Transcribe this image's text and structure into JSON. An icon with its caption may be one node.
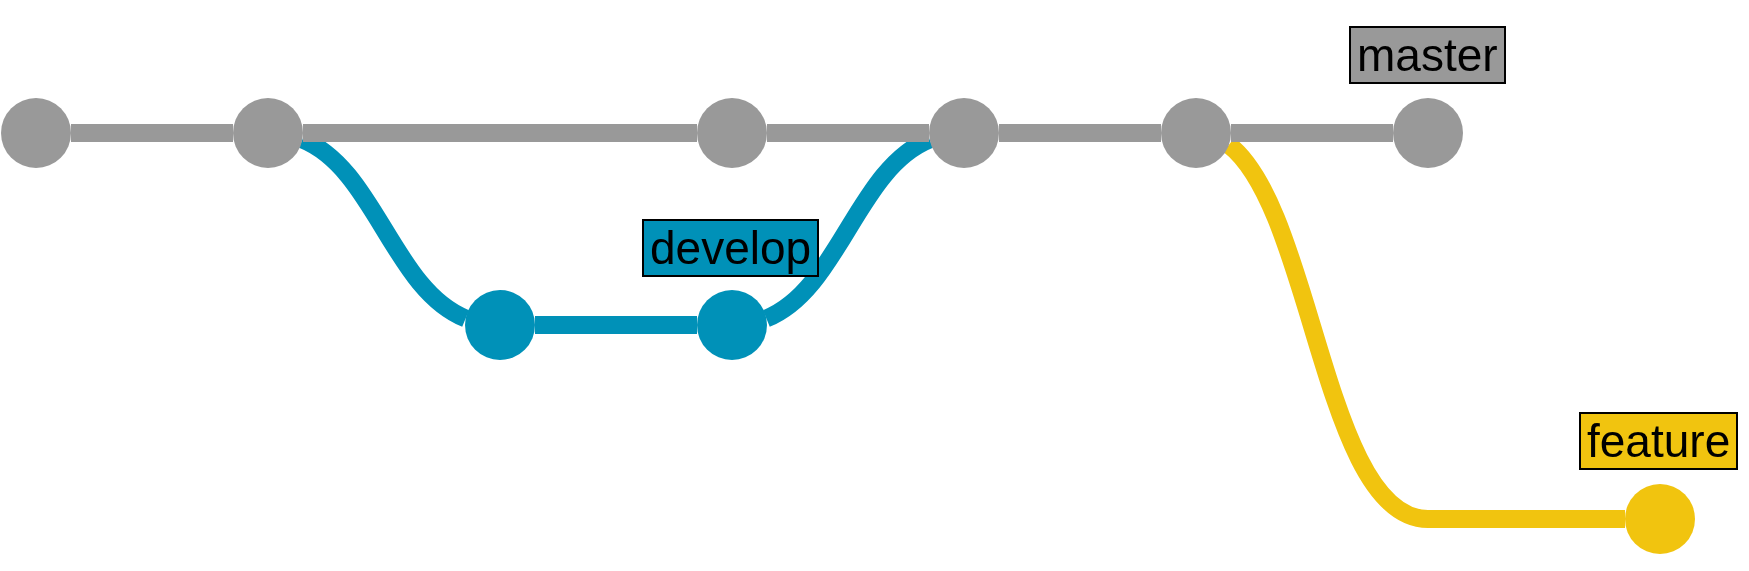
{
  "diagram": {
    "nodes": [
      {
        "text": [],
        "shape": "circle"
      },
      {
        "text": [],
        "shape": "circle"
      },
      {
        "text": [],
        "shape": "circle"
      },
      {
        "text": [],
        "shape": "circle"
      },
      {
        "text": [],
        "shape": "circle"
      },
      {
        "text": [],
        "shape": "circle"
      },
      {
        "text": [],
        "shape": "circle"
      },
      {
        "text": [],
        "shape": "circle"
      },
      {
        "text": [],
        "shape": "circle"
      },
      {
        "text": [
          "master"
        ]
      },
      {
        "text": [
          "develop"
        ]
      },
      {
        "text": [
          "feature"
        ]
      }
    ],
    "edges": [
      {
        "from": 0,
        "to": 1,
        "arrow": "none"
      },
      {
        "from": 1,
        "to": 3,
        "arrow": "none"
      },
      {
        "from": 3,
        "to": 5,
        "arrow": "none"
      },
      {
        "from": 5,
        "to": 6,
        "arrow": "none"
      },
      {
        "from": 6,
        "to": 7,
        "arrow": "none"
      },
      {
        "from": 1,
        "to": 2,
        "arrow": "none",
        "color": "#0091b8"
      },
      {
        "from": 2,
        "to": 4,
        "arrow": "none",
        "color": "#0091b8"
      },
      {
        "from": 4,
        "to": 5,
        "arrow": "none",
        "color": "#0091b8"
      },
      {
        "from": 6,
        "to": 8,
        "arrow": "none",
        "color": "#f1c40f"
      }
    ]
  }
}
